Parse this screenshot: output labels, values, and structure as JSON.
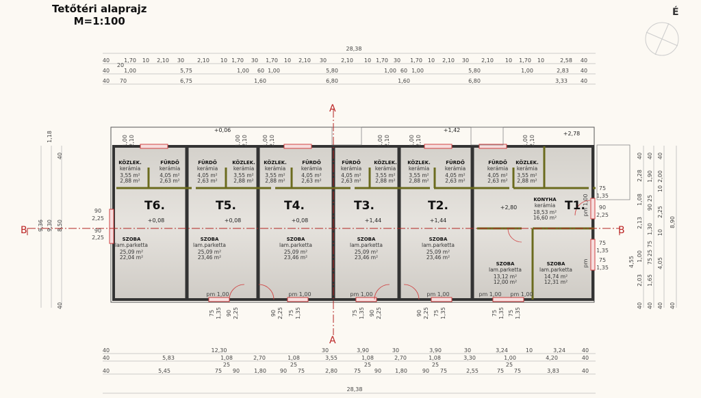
{
  "title": "Tetőtéri alaprajz",
  "scale": "M=1:100",
  "north_label": "É",
  "section_labels": {
    "a_top": "A",
    "a_bottom": "A",
    "b_left": "B",
    "b_right": "B"
  },
  "colors": {
    "wall": "#333333",
    "section_line": "#b22222",
    "window": "#d04040",
    "partition": "#6b6b1e",
    "floor": "#d9d6d0",
    "background": "#fcf9f3"
  },
  "levels": [
    "+0,06",
    "+1,42",
    "+2,78",
    "+0,08",
    "+0,08",
    "+0,08",
    "+1,44",
    "+1,44",
    "+2,80"
  ],
  "units": [
    {
      "label": "T6.",
      "bath": {
        "name": "FÜRDŐ",
        "floor": "kerámia",
        "a1": "4,05 m²",
        "a2": "2,63 m²"
      },
      "hall": {
        "name": "KÖZLEK.",
        "floor": "kerámia",
        "a1": "3,55 m²",
        "a2": "2,88 m²"
      },
      "room": {
        "name": "SZOBA",
        "floor": "lam.parketta",
        "a1": "25,09 m²",
        "a2": "22,04 m²"
      }
    },
    {
      "label": "T5.",
      "bath": {
        "name": "FÜRDŐ",
        "floor": "kerámia",
        "a1": "4,05 m²",
        "a2": "2,63 m²"
      },
      "hall": {
        "name": "KÖZLEK.",
        "floor": "kerámia",
        "a1": "3,55 m²",
        "a2": "2,88 m²"
      },
      "room": {
        "name": "SZOBA",
        "floor": "lam.parketta",
        "a1": "25,09 m²",
        "a2": "23,46 m²"
      }
    },
    {
      "label": "T4.",
      "bath": {
        "name": "FÜRDŐ",
        "floor": "kerámia",
        "a1": "4,05 m²",
        "a2": "2,63 m²"
      },
      "hall": {
        "name": "KÖZLEK.",
        "floor": "kerámia",
        "a1": "3,55 m²",
        "a2": "2,88 m²"
      },
      "room": {
        "name": "SZOBA",
        "floor": "lam.parketta",
        "a1": "25,09 m²",
        "a2": "23,46 m²"
      }
    },
    {
      "label": "T3.",
      "bath": {
        "name": "FÜRDŐ",
        "floor": "kerámia",
        "a1": "4,05 m²",
        "a2": "2,63 m²"
      },
      "hall": {
        "name": "KÖZLEK.",
        "floor": "kerámia",
        "a1": "3,55 m²",
        "a2": "2,88 m²"
      },
      "room": {
        "name": "SZOBA",
        "floor": "lam.parketta",
        "a1": "25,09 m²",
        "a2": "23,46 m²"
      }
    },
    {
      "label": "T2.",
      "bath": {
        "name": "FÜRDŐ",
        "floor": "kerámia",
        "a1": "4,05 m²",
        "a2": "2,63 m²"
      },
      "hall": {
        "name": "KÖZLEK.",
        "floor": "kerámia",
        "a1": "3,55 m²",
        "a2": "2,88 m²"
      },
      "room": {
        "name": "SZOBA",
        "floor": "lam.parketta",
        "a1": "25,09 m²",
        "a2": "23,46 m²"
      }
    },
    {
      "label": "T1.",
      "bath": {
        "name": "FÜRDŐ",
        "floor": "kerámia",
        "a1": "4,05 m²",
        "a2": "2,63 m²"
      },
      "hall": {
        "name": "KÖZLEK.",
        "floor": "kerámia",
        "a1": "3,55 m²",
        "a2": "2,88 m²"
      },
      "room": {
        "name": "SZOBA",
        "floor": "lam.parketta",
        "a1": "13,12 m²",
        "a2": "12,00 m²"
      },
      "kitchen": {
        "name": "KONYHA",
        "floor": "kerámia",
        "a1": "18,53 m²",
        "a2": "16,60 m²"
      },
      "room2": {
        "name": "SZOBA",
        "floor": "lam.parketta",
        "a1": "14,74 m²",
        "a2": "12,31 m²"
      }
    }
  ],
  "dims": {
    "top_total": "28,38",
    "top1": [
      "40",
      "1,70",
      "10",
      "2,10",
      "30",
      "2,10",
      "10",
      "1,70",
      "30",
      "1,70",
      "10",
      "2,10",
      "30",
      "2,10",
      "10",
      "1,70",
      "30",
      "1,70",
      "10",
      "2,10",
      "30",
      "2,10",
      "10",
      "1,70",
      "10",
      "2,58",
      "40"
    ],
    "top2": [
      "40",
      "20",
      "1,00",
      "5,75",
      "1,00",
      "60",
      "1,00",
      "5,80",
      "1,00",
      "60",
      "1,00",
      "5,80",
      "1,00",
      "2,83",
      "40"
    ],
    "top3": [
      "40",
      "70",
      "6,75",
      "1,60",
      "6,80",
      "1,60",
      "6,80",
      "3,33",
      "40"
    ],
    "bot1": [
      "40",
      "12,30",
      "30",
      "3,90",
      "30",
      "3,90",
      "30",
      "3,24",
      "10",
      "3,24",
      "40"
    ],
    "bot2": [
      "40",
      "5,83",
      "1,08",
      "2,70",
      "1,08",
      "3,55",
      "1,08",
      "2,70",
      "1,08",
      "3,30",
      "1,00",
      "4,20",
      "40"
    ],
    "bot3": [
      "40",
      "5,45",
      "75",
      "25",
      "90",
      "1,80",
      "90",
      "25",
      "75",
      "2,80",
      "75",
      "25",
      "90",
      "1,80",
      "90",
      "25",
      "75",
      "2,55",
      "75",
      "25",
      "75",
      "3,83",
      "40"
    ],
    "bot_total": "28,38",
    "left": [
      "1,18",
      "40",
      "9,36",
      "9,30",
      "8,50",
      "40"
    ],
    "left_wall": [
      "90",
      "2,25",
      "90",
      "2,25"
    ],
    "right": [
      "40",
      "2,28",
      "1,08",
      "2,13",
      "4,55",
      "1,00",
      "2,03",
      "40",
      "40",
      "1,90",
      "25",
      "90",
      "1,30",
      "75",
      "25",
      "75",
      "1,65",
      "40",
      "40",
      "2,00",
      "10",
      "2,25",
      "10",
      "4,05",
      "40",
      "8,90",
      "40"
    ],
    "right_wall": [
      "75",
      "1,35",
      "90",
      "2,25",
      "75",
      "1,35",
      "75",
      "1,35"
    ],
    "door_top": [
      "1,00",
      "2,10",
      "90",
      "2,10"
    ],
    "door_bottom": [
      "75",
      "1,35",
      "90",
      "2,25",
      "90",
      "2,25",
      "75",
      "1,35",
      "75",
      "1,35",
      "90",
      "2,25",
      "90",
      "2,25",
      "75",
      "1,35",
      "75",
      "1,35",
      "75",
      "1,35"
    ],
    "windows": [
      "pm 1,00",
      "pm 1,00",
      "pm 1,00",
      "pm 1,00",
      "pm 1,00",
      "pm 1,00",
      "pm 1,00",
      "pm"
    ]
  }
}
